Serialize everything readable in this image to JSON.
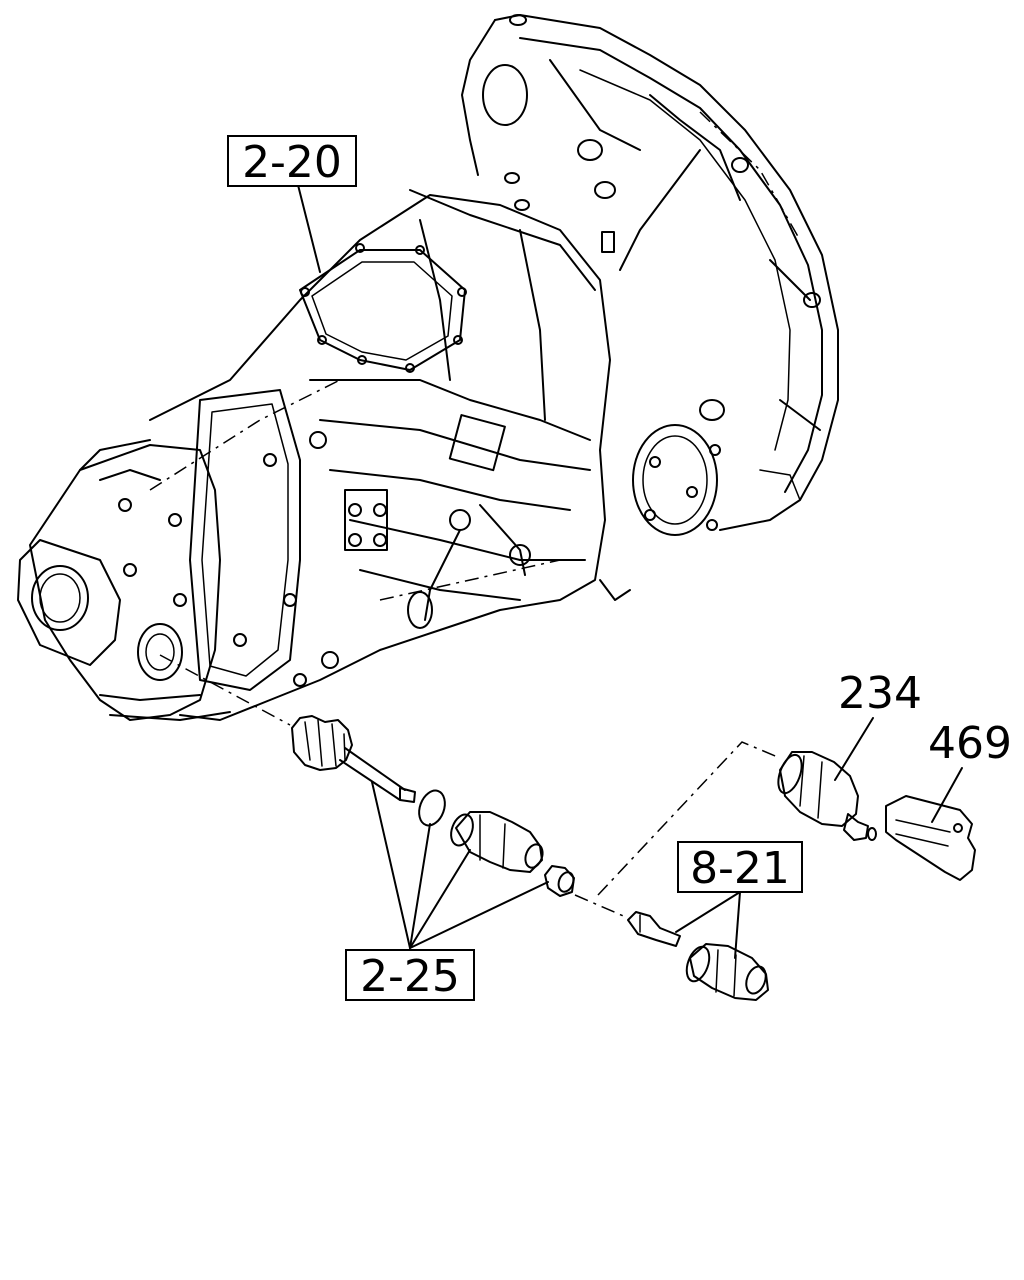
{
  "labels": {
    "ref_2_20": "2-20",
    "ref_2_25": "2-25",
    "ref_8_21": "8-21",
    "part_234": "234",
    "part_469": "469"
  },
  "colors": {
    "line": "#000000",
    "background": "#ffffff"
  }
}
